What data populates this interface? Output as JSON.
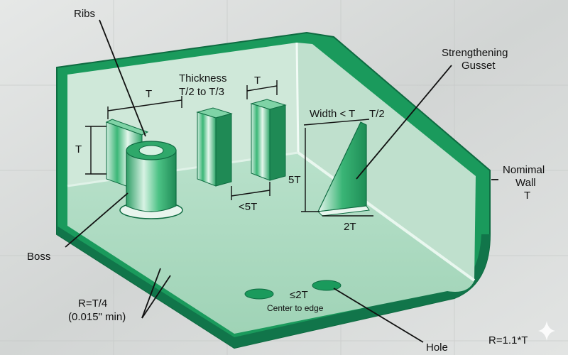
{
  "labels": {
    "ribs": "Ribs",
    "thickness_line1": "Thickness",
    "thickness_line2": "T/2 to T/3",
    "strengthening_line1": "Strengthening",
    "strengthening_line2": "Gusset",
    "width_lt_t": "Width < T",
    "t_over_2": "T/2",
    "nominal_line1": "Nomimal",
    "nominal_line2": "Wall",
    "nominal_line3": "T",
    "t_rib_width": "T",
    "t_rib_height": "T",
    "t_rib_thickness": "T",
    "lt_5t": "<5T",
    "five_t": "5T",
    "two_t": "2T",
    "boss": "Boss",
    "r_line1": "R=T/4",
    "r_line2": "(0.015\" min)",
    "lt_2t": "≤2T",
    "center_to_edge": "Center to edge",
    "hole": "Hole",
    "r_outer": "R=1.1*T"
  },
  "colors": {
    "background": "#d9dcdb",
    "wall_green": "#1a9a5c",
    "wall_dark": "#11754a",
    "floor": "#a9d8bf",
    "inner_wall": "#cfe8d9",
    "rib_face": "#3bb777",
    "rib_light": "#cfeedd"
  },
  "icons": {
    "watermark": "sparkle-icon"
  }
}
